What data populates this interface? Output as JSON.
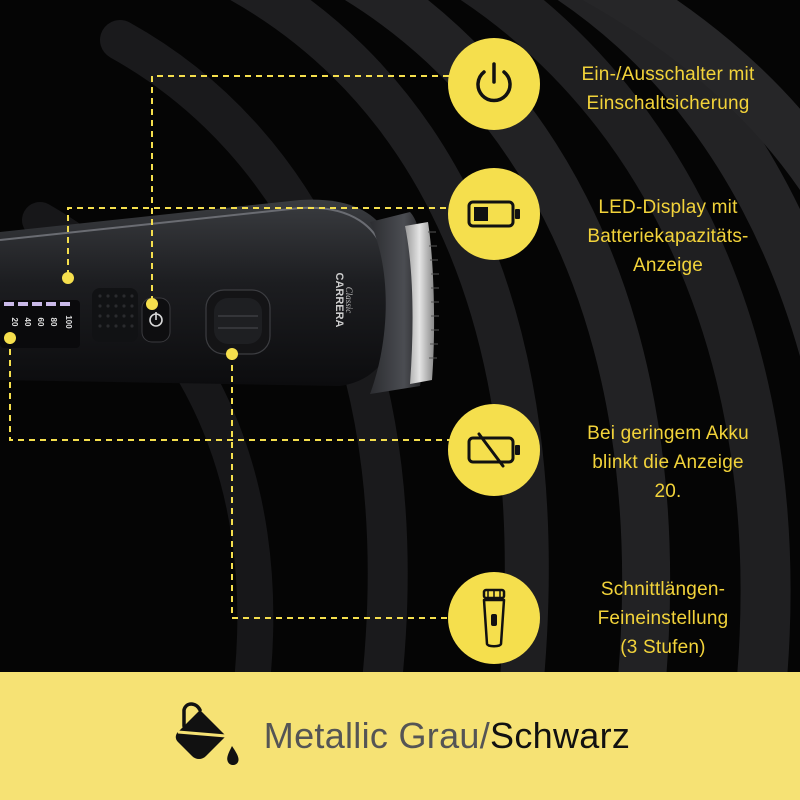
{
  "callouts": [
    {
      "id": "power",
      "icon": "power-icon",
      "lines": [
        "Ein-/Ausschalter mit",
        "Einschaltsicherung"
      ]
    },
    {
      "id": "led",
      "icon": "battery-full-icon",
      "lines": [
        "LED-Display mit",
        "Batteriekapazitäts-",
        "Anzeige"
      ]
    },
    {
      "id": "low",
      "icon": "battery-low-icon",
      "lines": [
        "Bei geringem Akku",
        "blinkt die Anzeige",
        "20."
      ]
    },
    {
      "id": "length",
      "icon": "trimmer-icon",
      "lines": [
        "Schnittlängen-",
        "Feineinstellung",
        "(3 Stufen)"
      ]
    }
  ],
  "product": {
    "brand": "CARRERA",
    "series": "Classic",
    "display_levels": [
      "20",
      "40",
      "60",
      "80",
      "100"
    ]
  },
  "bottom": {
    "icon": "paint-bucket-icon",
    "color_light": "Metallic Grau/",
    "color_strong": "Schwarz"
  },
  "colors": {
    "accent": "#f5df4d",
    "text_accent": "#f2d33a",
    "bar": "#f6e274"
  }
}
